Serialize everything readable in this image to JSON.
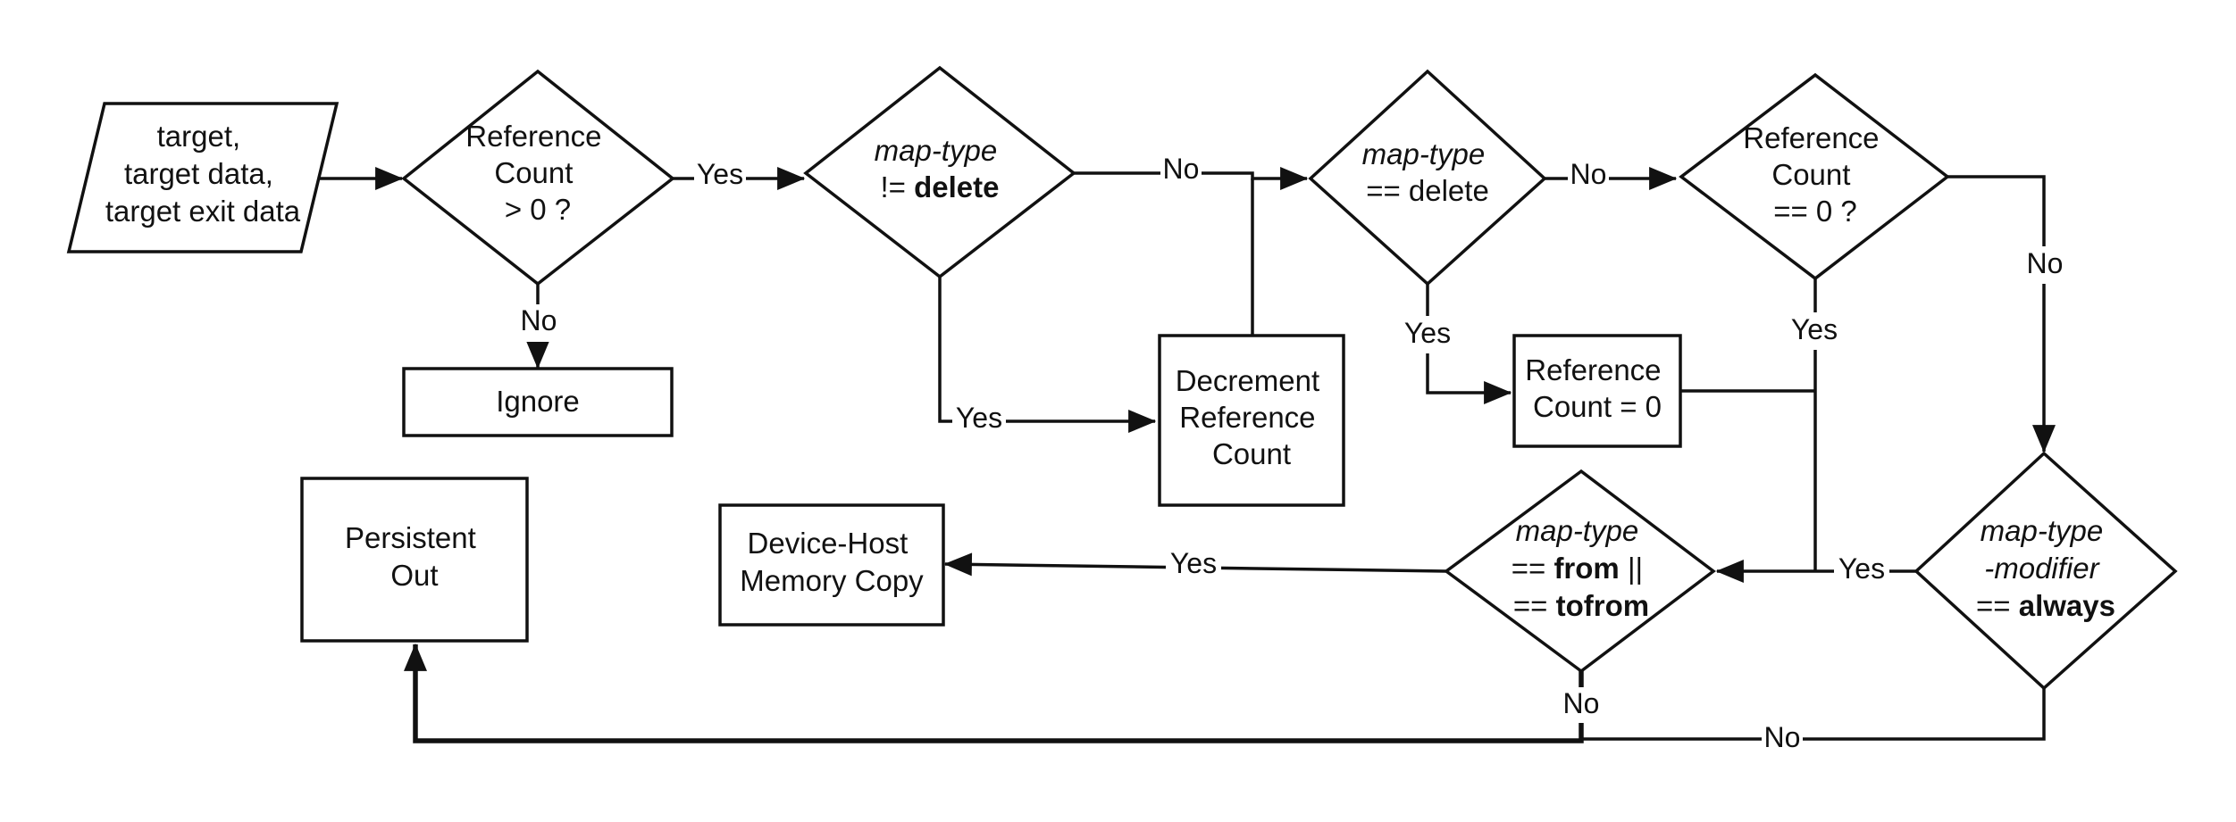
{
  "colors": {
    "line": "#111111",
    "persistent_fill": "#fa8c7d",
    "copy_fill": "#a4d973",
    "background": "#ffffff"
  },
  "nodes": {
    "input": {
      "lines": [
        "target,",
        "target data,",
        "target exit data"
      ]
    },
    "d_refcount_gt0": {
      "lines": [
        "Reference",
        "Count",
        "> 0 ?"
      ]
    },
    "ignore": {
      "lines": [
        "Ignore"
      ]
    },
    "d_maptype_ne_delete": {
      "lines": [
        "map-type",
        "!= delete"
      ]
    },
    "decrement": {
      "lines": [
        "Decrement",
        "Reference",
        "Count"
      ]
    },
    "d_maptype_eq_delete": {
      "lines": [
        "map-type",
        "== delete"
      ]
    },
    "refcount_zero": {
      "lines": [
        "Reference",
        "Count = 0"
      ]
    },
    "d_refcount_eq0": {
      "lines": [
        "Reference",
        "Count",
        "== 0 ?"
      ]
    },
    "d_modifier_always": {
      "lines": [
        "map-type",
        "-modifier",
        "== always"
      ]
    },
    "d_from_tofrom": {
      "lines": [
        "map-type",
        "== from ||",
        "== tofrom"
      ]
    },
    "device_host_copy": {
      "lines": [
        "Device-Host",
        "Memory Copy"
      ]
    },
    "persistent_out": {
      "lines": [
        "Persistent",
        "Out"
      ]
    }
  },
  "edge_labels": {
    "yes_1": "Yes",
    "no_1": "No",
    "no_2": "No",
    "yes_2": "Yes",
    "no_3": "No",
    "yes_3": "Yes",
    "no_4": "No",
    "yes_4": "Yes",
    "yes_5": "Yes",
    "yes_6": "Yes",
    "no_5": "No",
    "no_6": "No"
  }
}
